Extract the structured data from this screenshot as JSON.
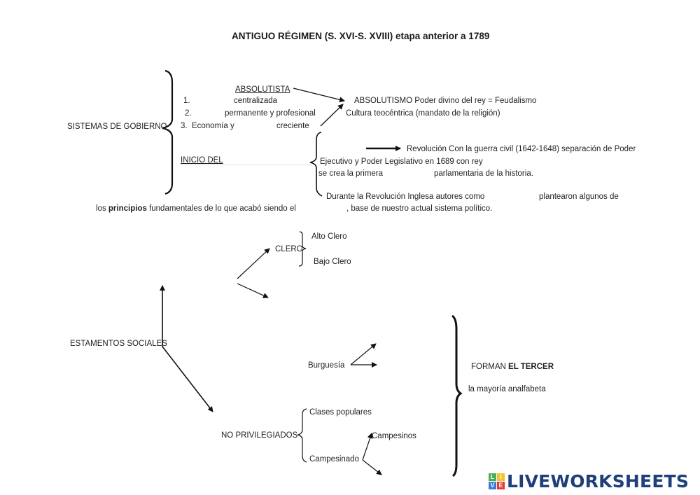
{
  "title": "ANTIGUO RÉGIMEN (S. XVI-S. XVIII) etapa anterior a 1789",
  "gobierno": {
    "label": "SISTEMAS DE GOBIERNO",
    "absolutista": {
      "heading": "ABSOLUTISTA",
      "items": [
        {
          "num": "1.",
          "text": "centralizada"
        },
        {
          "num": "2.",
          "text": "permanente y profesional"
        },
        {
          "num": "3.",
          "text_a": "Economía y",
          "text_b": "creciente"
        }
      ],
      "result_line1": "ABSOLUTISMO  Poder divino del rey = Feudalismo",
      "result_line2": "Cultura teocéntrica (mandato de la religión)"
    },
    "inicio": {
      "heading": "INICIO DEL",
      "line1": "Revolución Con la guerra civil (1642-1648) separación de Poder",
      "line2": "Ejecutivo y Poder Legislativo en 1689 con rey",
      "line3_a": "se crea la primera",
      "line3_b": "parlamentaria de la historia.",
      "line4_a": "Durante la Revolución Inglesa autores como",
      "line4_b": "plantearon algunos de",
      "line5_a": "los",
      "line5_bold": "principios",
      "line5_b": "fundamentales de lo que acabó siendo el",
      "line5_c": ", base de nuestro actual sistema político."
    }
  },
  "estamentos": {
    "label": "ESTAMENTOS SOCIALES",
    "clero": {
      "label": "CLERO",
      "items": [
        "Alto Clero",
        "Bajo Clero"
      ]
    },
    "burguesia": "Burguesía",
    "tercer_estado": {
      "line1_a": "FORMAN",
      "line1_bold": "EL TERCER",
      "line2": "la mayoría  analfabeta"
    },
    "no_privilegiados": {
      "label": "NO PRIVILEGIADOS",
      "items": [
        "Clases populares",
        "Campesinado"
      ],
      "campesinos": "Campesinos"
    }
  },
  "branding": {
    "logo_letters": [
      "L",
      "I",
      "V",
      "E"
    ],
    "logo_colors": [
      "#4caf50",
      "#f2c12e",
      "#3a7bd5",
      "#e53935"
    ],
    "logo_text": "LIVEWORKSHEETS",
    "logo_color": "#1e3f7a"
  }
}
